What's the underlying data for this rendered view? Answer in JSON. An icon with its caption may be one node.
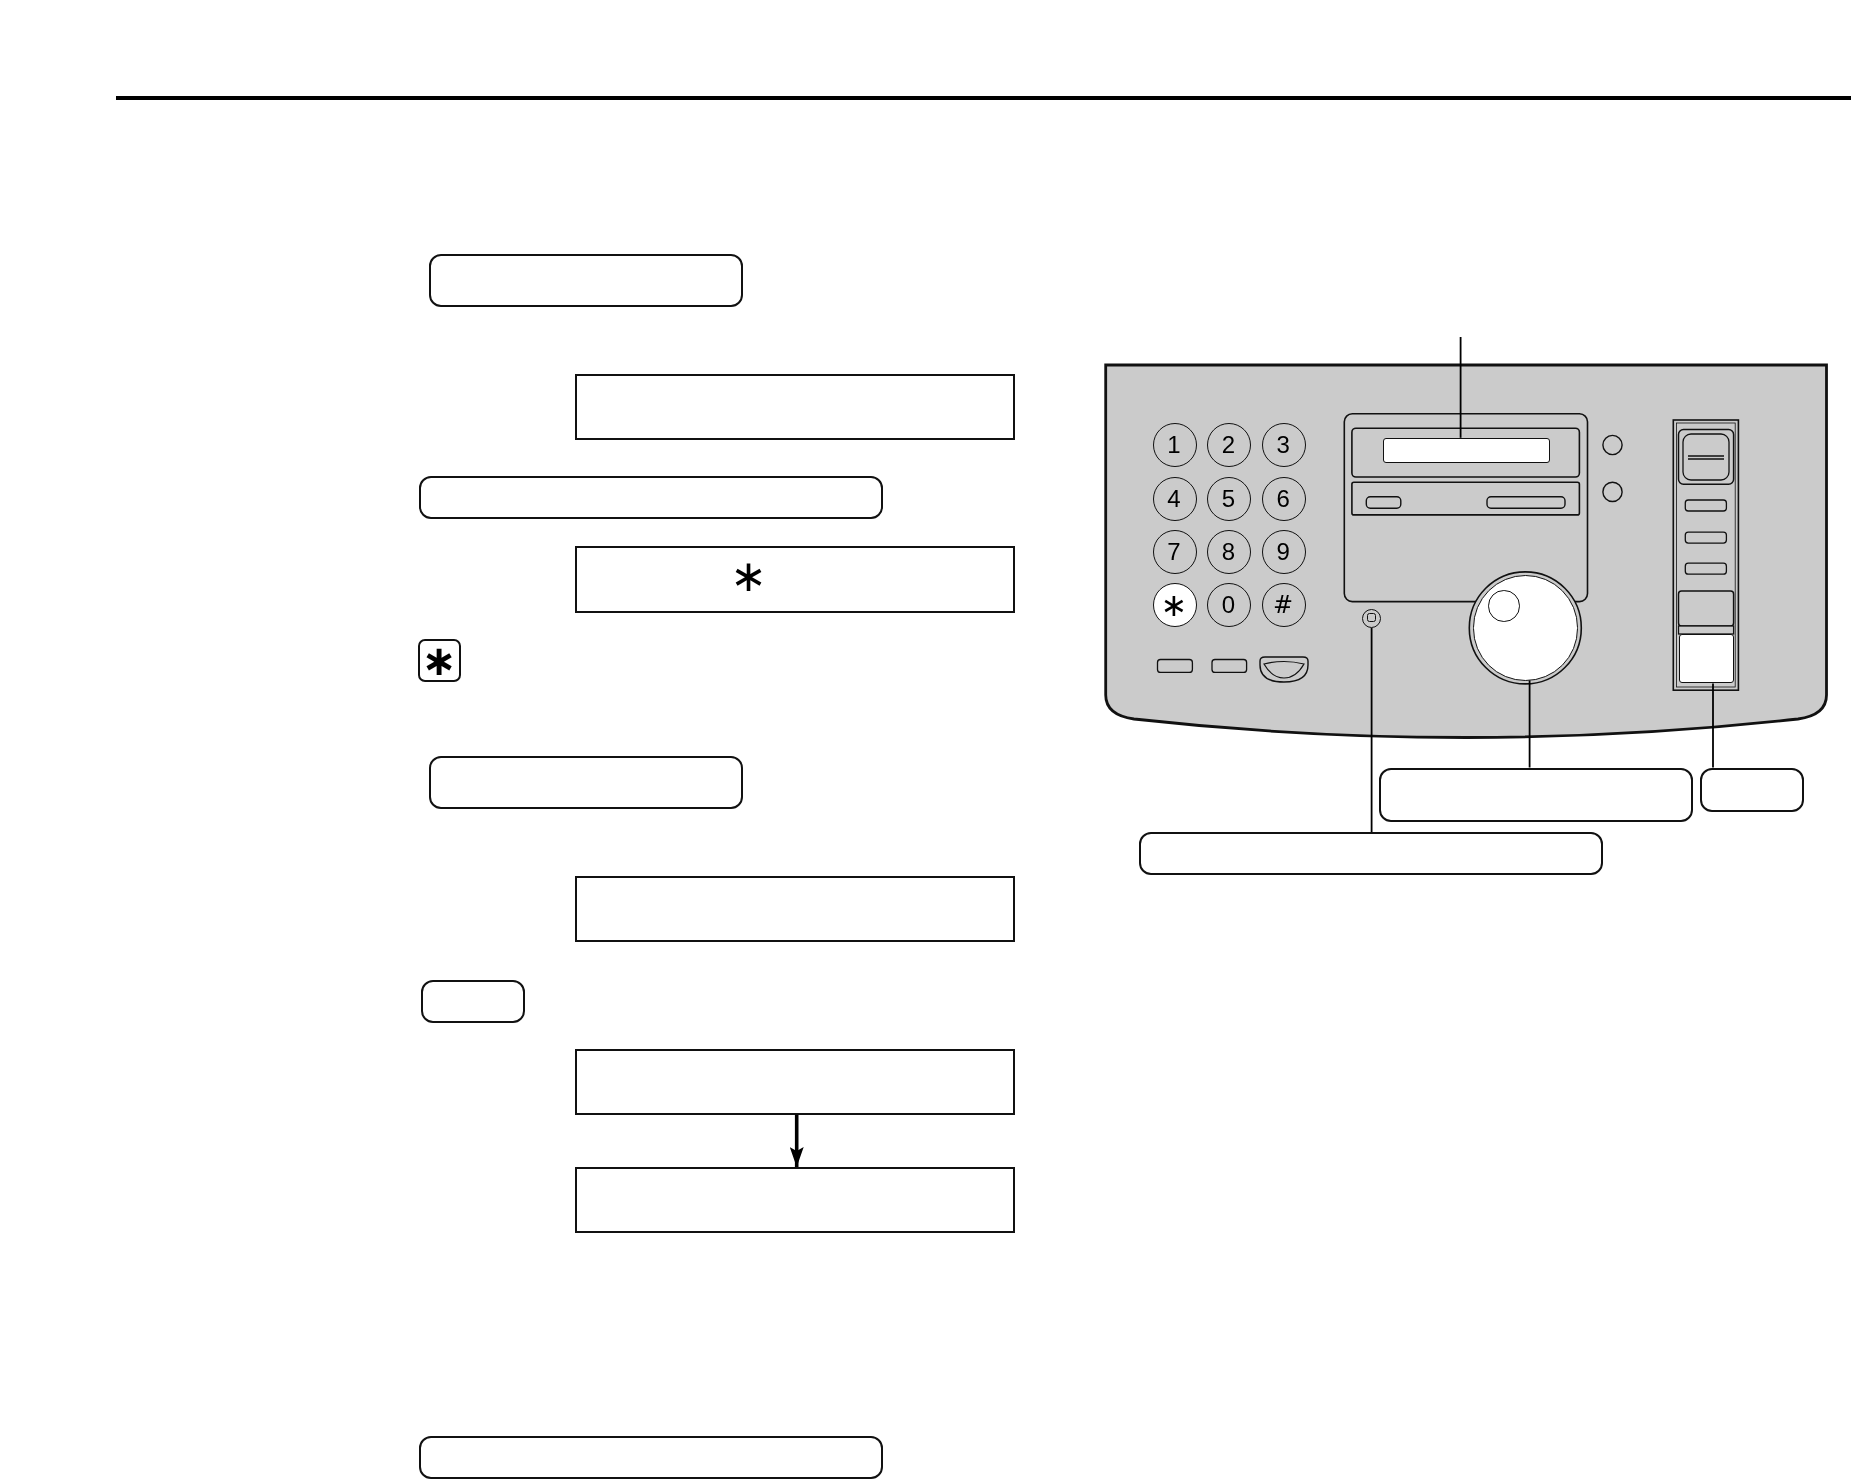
{
  "diagram": {
    "nodes": [
      {
        "text": [],
        "shape": "box"
      },
      {
        "text": [],
        "shape": "box"
      },
      {
        "text": [],
        "shape": "box"
      },
      {
        "text": [
          "∗"
        ]
      },
      {
        "text": [
          "∗"
        ]
      },
      {
        "text": [],
        "shape": "box"
      },
      {
        "text": [],
        "shape": "box"
      },
      {
        "text": [],
        "shape": "box"
      },
      {
        "text": [],
        "shape": "box"
      },
      {
        "text": [],
        "shape": "box"
      },
      {
        "text": [],
        "shape": "box"
      },
      {
        "text": [],
        "shape": "picture"
      },
      {
        "text": [
          "1"
        ],
        "in": 11
      },
      {
        "text": [
          "2"
        ],
        "in": 11
      },
      {
        "text": [
          "3"
        ],
        "in": 11
      },
      {
        "text": [
          "4"
        ],
        "in": 11
      },
      {
        "text": [
          "5"
        ],
        "in": 11
      },
      {
        "text": [
          "6"
        ],
        "in": 11
      },
      {
        "text": [
          "7"
        ],
        "in": 11
      },
      {
        "text": [
          "8"
        ],
        "in": 11
      },
      {
        "text": [
          "9"
        ],
        "in": 11
      },
      {
        "text": [
          "∗"
        ],
        "in": 11
      },
      {
        "text": [
          "0"
        ],
        "in": 11
      },
      {
        "text": [
          "#"
        ],
        "in": 11
      },
      {
        "text": [],
        "shape": "box",
        "in": 11
      },
      {
        "text": [],
        "shape": "circle",
        "in": 11
      },
      {
        "text": [],
        "shape": "circle",
        "in": 11
      },
      {
        "text": [],
        "shape": "box",
        "in": 11
      },
      {
        "text": [],
        "shape": "box"
      },
      {
        "text": [],
        "shape": "box"
      },
      {
        "text": [],
        "shape": "box"
      }
    ],
    "edges": [
      {
        "from": 8,
        "to": 9,
        "arrow": "to"
      },
      {
        "from": null,
        "to": 24,
        "arrow": "none"
      },
      {
        "from": 30,
        "to": 25,
        "arrow": "none"
      },
      {
        "from": 28,
        "to": 26,
        "arrow": "none"
      },
      {
        "from": 29,
        "to": 27,
        "arrow": "none"
      }
    ]
  }
}
